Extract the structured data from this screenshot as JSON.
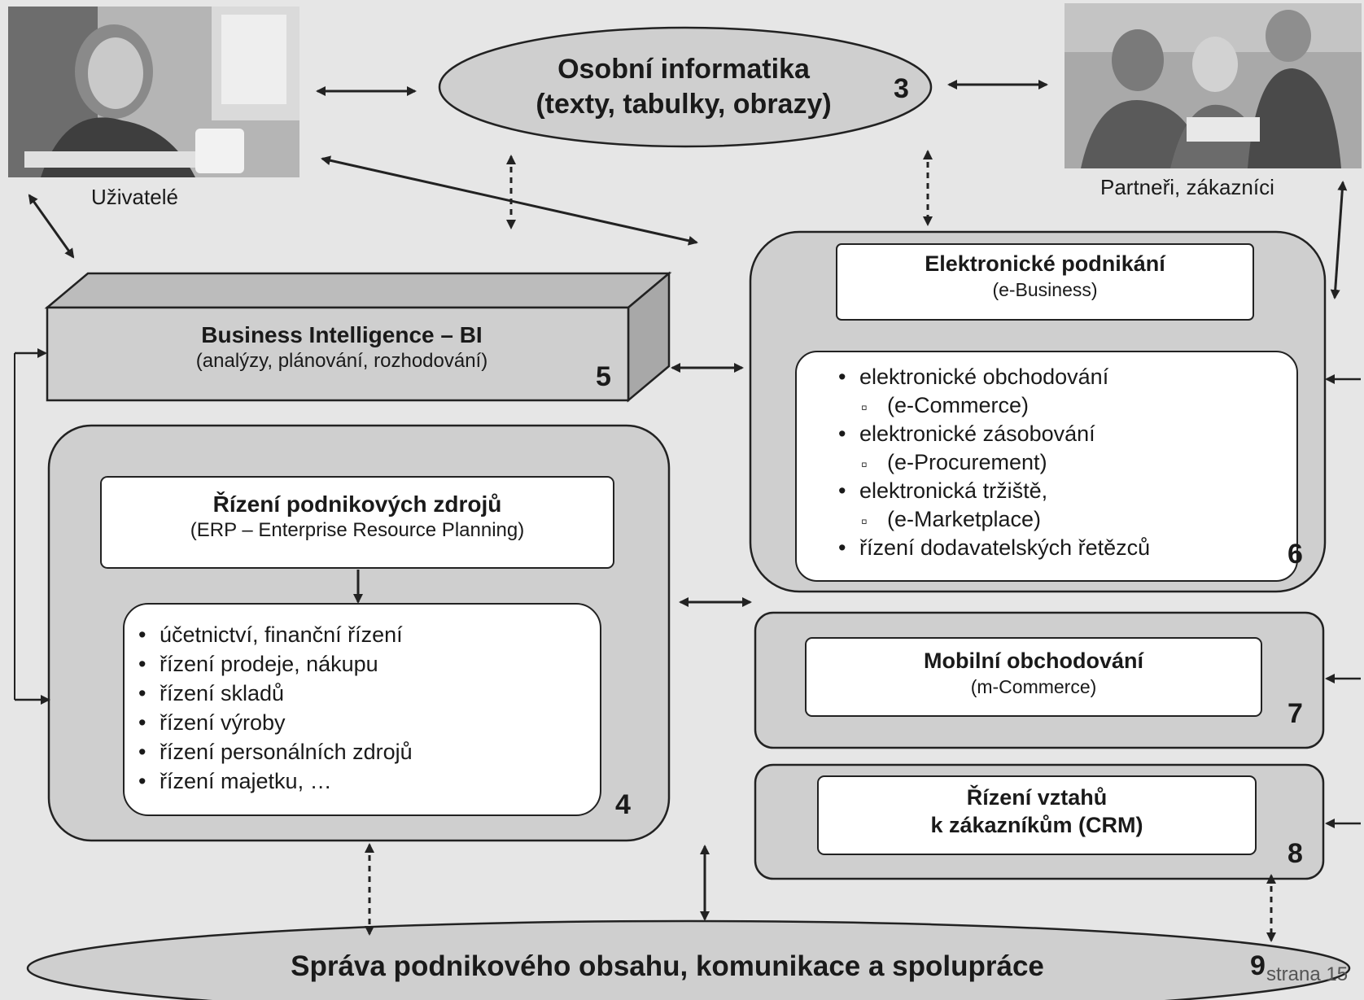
{
  "colors": {
    "background": "#e6e6e6",
    "box_fill": "#cfcfcf",
    "inner_fill": "#ffffff",
    "stroke": "#222222"
  },
  "users": {
    "label": "Uživatelé"
  },
  "partners": {
    "label": "Partneři, zákazníci"
  },
  "personal_informatics": {
    "line1": "Osobní informatika",
    "line2": "(texty, tabulky, obrazy)",
    "number": "3"
  },
  "business_intelligence": {
    "title": "Business Intelligence – BI",
    "subtitle": "(analýzy, plánování, rozhodování)",
    "number": "5"
  },
  "erp": {
    "title": "Řízení podnikových zdrojů",
    "subtitle": "(ERP – Enterprise Resource Planning)",
    "number": "4",
    "items": [
      "účetnictví, finanční řízení",
      "řízení prodeje, nákupu",
      "řízení skladů",
      "řízení výroby",
      "řízení personálních zdrojů",
      "řízení majetku, …"
    ]
  },
  "ebusiness": {
    "title": "Elektronické podnikání",
    "subtitle": "(e-Business)",
    "number": "6",
    "items": [
      {
        "text": "elektronické obchodování",
        "marker": "bullet"
      },
      {
        "text": "(e-Commerce)",
        "marker": "square"
      },
      {
        "text": "elektronické zásobování",
        "marker": "bullet"
      },
      {
        "text": "(e-Procurement)",
        "marker": "square"
      },
      {
        "text": "elektronická tržiště,",
        "marker": "bullet"
      },
      {
        "text": "(e-Marketplace)",
        "marker": "square"
      },
      {
        "text": "řízení dodavatelských řetězců",
        "marker": "bullet"
      }
    ]
  },
  "mcommerce": {
    "title": "Mobilní obchodování",
    "subtitle": "(m-Commerce)",
    "number": "7"
  },
  "crm": {
    "title1": "Řízení vztahů",
    "title2": "k zákazníkům (CRM)",
    "number": "8"
  },
  "content_management": {
    "label": "Správa podnikového obsahu, komunikace a spolupráce",
    "number": "9"
  },
  "page_label": "strana 15"
}
